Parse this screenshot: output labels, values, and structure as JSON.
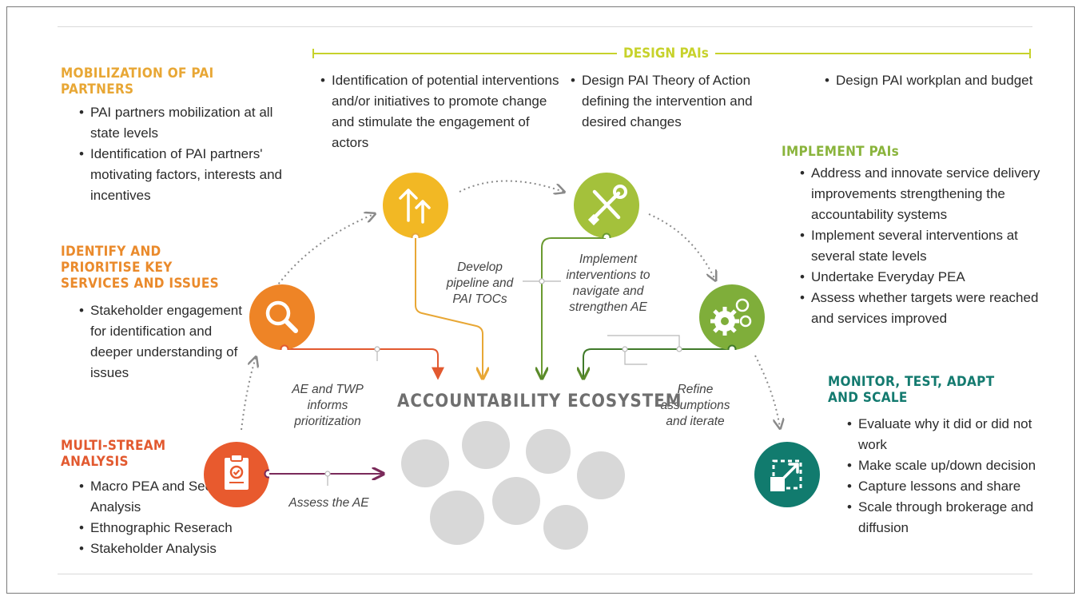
{
  "design": {
    "title": "DESIGN PAIs",
    "items": [
      "Identification of potential interventions and/or initiatives to promote change and stimulate the engagement of actors",
      "Design PAI Theory of Action defining the intervention and desired changes",
      "Design PAI workplan and budget"
    ]
  },
  "mobilization": {
    "title": "MOBILIZATION OF PAI PARTNERS",
    "items": [
      "PAI partners mobilization at all state levels",
      "Identification of PAI partners' motivating factors, interests and incentives"
    ]
  },
  "identify": {
    "title": "IDENTIFY AND PRIORITISE KEY SERVICES AND ISSUES",
    "items": [
      "Stakeholder engagement for identification and deeper understanding of issues"
    ]
  },
  "multistream": {
    "title": "MULTI-STREAM ANALYSIS",
    "items": [
      "Macro PEA and Sectoral Analysis",
      "Ethnographic Reserach",
      "Stakeholder Analysis"
    ]
  },
  "implement": {
    "title": "IMPLEMENT PAIs",
    "items": [
      "Address and innovate service delivery improvements strengthening the accountability systems",
      "Implement several interventions at several state levels",
      "Undertake Everyday PEA",
      "Assess whether targets were reached and services improved"
    ]
  },
  "monitor": {
    "title": "MONITOR, TEST, ADAPT AND SCALE",
    "items": [
      "Evaluate why it did or did not work",
      "Make scale up/down decision",
      "Capture lessons and share",
      "Scale through brokerage and diffusion"
    ]
  },
  "notes": {
    "develop": "Develop pipeline and PAI TOCs",
    "implement": "Implement interventions to navigate and strengthen AE",
    "ae_twp": "AE and TWP informs prioritization",
    "refine": "Refine assumptions and iterate",
    "assess": "Assess the AE"
  },
  "ecosystem_title": "ACCOUNTABILITY ECOSYSTEM",
  "colors": {
    "mobilization": "#e8a735",
    "identify": "#ea8a2b",
    "multistream": "#e2592f",
    "design": "#c7d22b",
    "implement": "#8ab43c",
    "monitor": "#137a6f",
    "circle_design": "#f2b824",
    "circle_tools": "#a4c13b",
    "circle_gears": "#7fae3a",
    "circle_search": "#ee8426",
    "circle_clipboard": "#e85a2e",
    "circle_scale": "#117b6e",
    "gears": "#d8d8d8"
  },
  "icons": {
    "design": "arrows-up-icon",
    "tools": "wrench-screwdriver-icon",
    "gears": "gears-icon",
    "search": "magnifier-icon",
    "clipboard": "clipboard-check-icon",
    "scale": "scale-expand-icon"
  }
}
